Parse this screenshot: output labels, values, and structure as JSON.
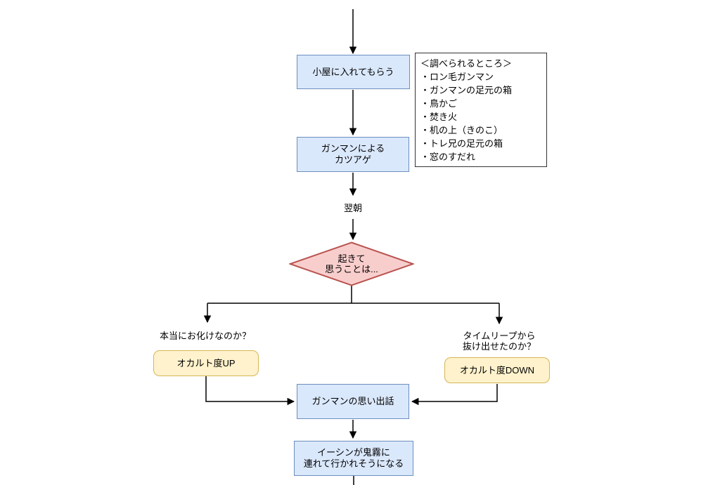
{
  "diagram": {
    "nodes": {
      "enter_hut": {
        "label": "小屋に入れてもらう"
      },
      "note": {
        "title": "＜調べられるところ＞",
        "items": [
          "・ロン毛ガンマン",
          "・ガンマンの足元の箱",
          "・鳥かご",
          "・焚き火",
          "・机の上（きのこ）",
          "・トレ兄の足元の箱",
          "・窓のすだれ"
        ]
      },
      "katsuage": {
        "line1": "ガンマンによる",
        "line2": "カツアゲ"
      },
      "next_morning": {
        "label": "翌朝"
      },
      "decision": {
        "line1": "起きて",
        "line2": "思うことは..."
      },
      "left_question": {
        "label": "本当にお化けなのか？"
      },
      "occult_up": {
        "label": "オカルト度UP"
      },
      "right_question": {
        "line1": "タイムリープから",
        "line2": "抜け出せたのか？"
      },
      "occult_down": {
        "label": "オカルト度DOWN"
      },
      "memories": {
        "label": "ガンマンの思い出話"
      },
      "taken_away": {
        "line1": "イーシンが鬼霧に",
        "line2": "連れて行かれそうになる"
      }
    },
    "colors": {
      "process_fill": "#dae8fc",
      "process_stroke": "#6c8ebf",
      "decision_fill": "#f8cecc",
      "decision_stroke": "#b85450",
      "result_fill": "#fff2cc",
      "result_stroke": "#d6b656",
      "note_stroke": "#333333",
      "connector": "#000000",
      "text": "#000000",
      "background": "#ffffff"
    }
  }
}
